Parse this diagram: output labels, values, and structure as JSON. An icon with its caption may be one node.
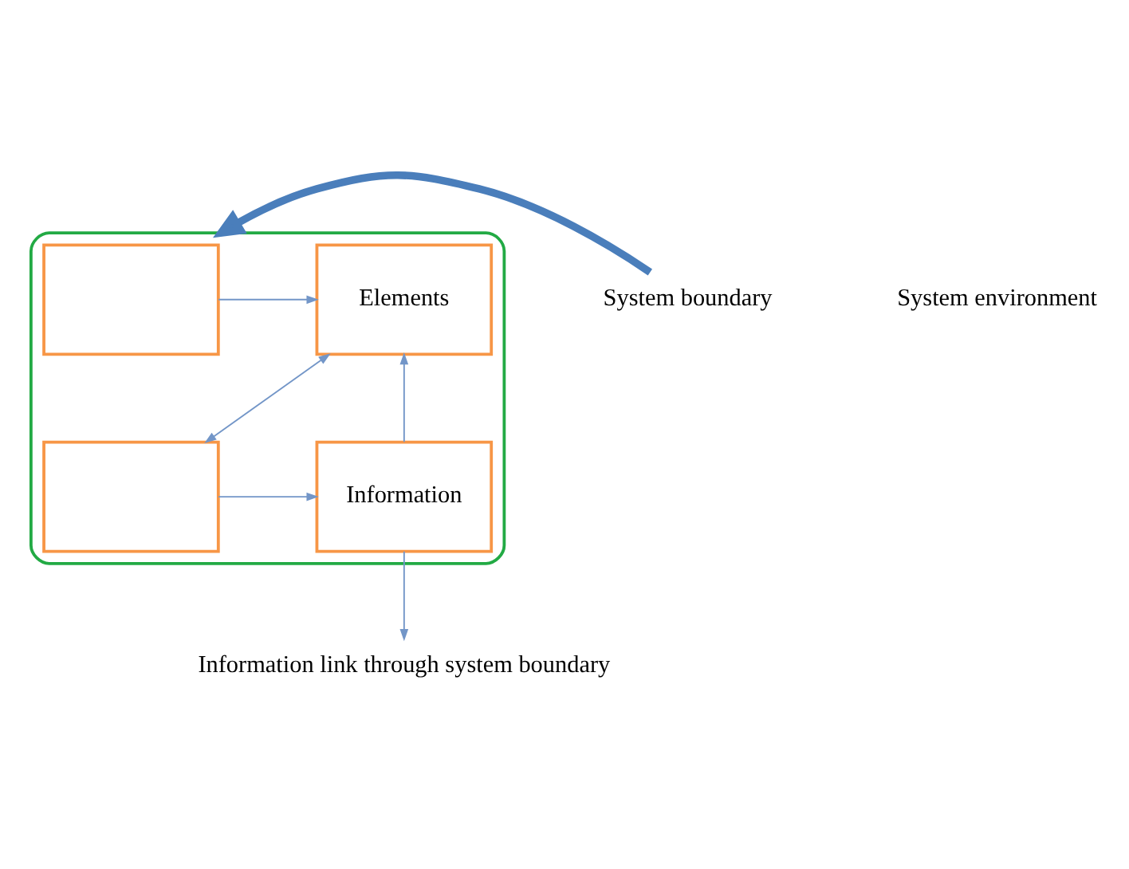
{
  "diagram": {
    "nodes": [
      {
        "text": [],
        "shape": "ellipse"
      },
      {
        "text": [],
        "shape": "box",
        "in": 0
      },
      {
        "text": [
          "Elements"
        ],
        "in": 0
      },
      {
        "text": [
          "Information"
        ],
        "in": 0
      },
      {
        "text": [],
        "shape": "box",
        "in": 0
      },
      {
        "text": [
          "Information link through system boundary"
        ]
      },
      {
        "text": [
          "System boundary"
        ]
      }
    ],
    "edges": [
      {
        "from": 1,
        "to": 2,
        "arrow": "to"
      },
      {
        "from": 3,
        "to": 2,
        "arrow": "to"
      },
      {
        "from": 2,
        "to": 4,
        "arrow": "both"
      },
      {
        "from": 4,
        "to": 3,
        "arrow": "to"
      },
      {
        "from": 3,
        "to": 5,
        "arrow": "to"
      },
      {
        "from": 6,
        "to": 0,
        "arrow": "to",
        "style": "thick",
        "color": "#4a7ebb"
      }
    ],
    "labels": [
      "System environment"
    ]
  }
}
